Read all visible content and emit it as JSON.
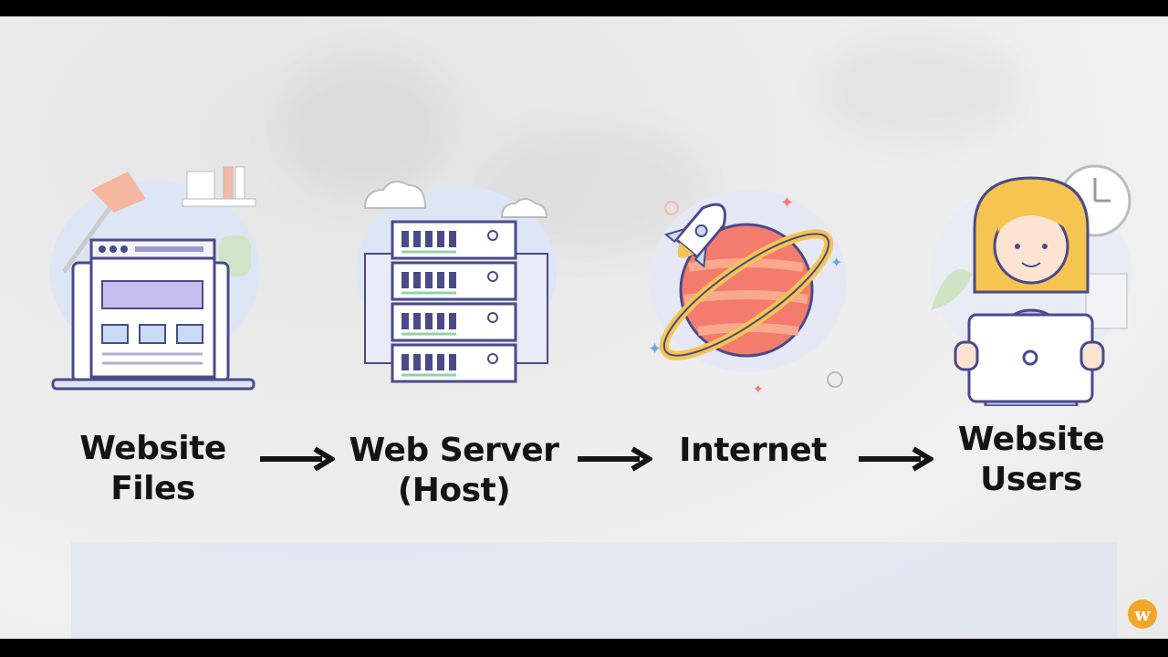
{
  "steps": [
    {
      "label_line1": "Website",
      "label_line2": "Files",
      "icon": "laptop-website-icon"
    },
    {
      "label_line1": "Web Server",
      "label_line2": "(Host)",
      "icon": "server-rack-icon"
    },
    {
      "label_line1": "Internet",
      "label_line2": "",
      "icon": "planet-rocket-icon"
    },
    {
      "label_line1": "Website",
      "label_line2": "Users",
      "icon": "user-with-tablet-icon"
    }
  ],
  "logo": {
    "letter": "w"
  },
  "colors": {
    "outline": "#4a4a8a",
    "accent_blue": "#dbe6f7",
    "planet": "#f47c6e",
    "hair": "#f6c451"
  }
}
